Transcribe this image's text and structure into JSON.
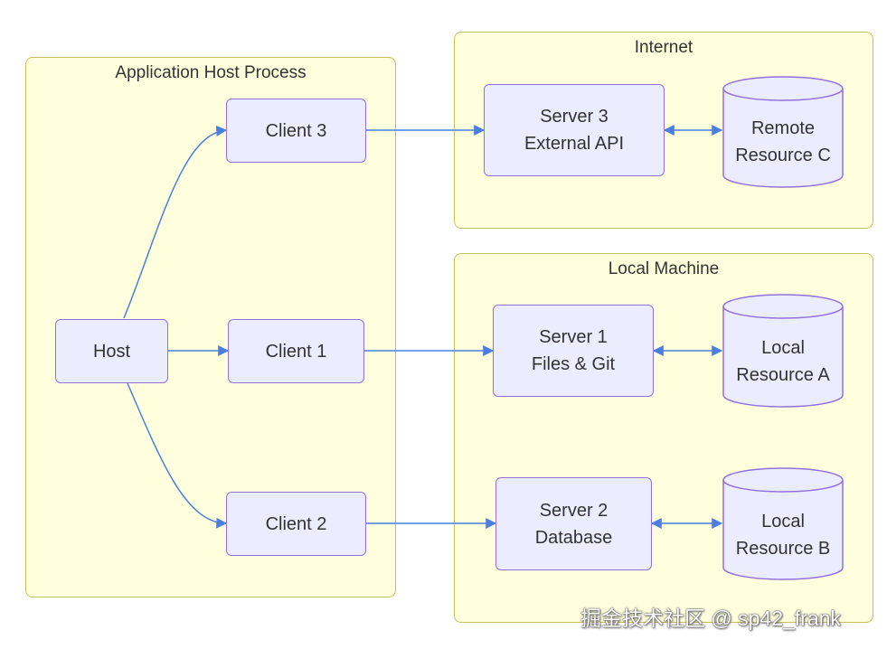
{
  "clusters": {
    "app_host": {
      "title": "Application Host Process"
    },
    "internet": {
      "title": "Internet"
    },
    "local_machine": {
      "title": "Local Machine"
    }
  },
  "nodes": {
    "host": {
      "lines": [
        "Host"
      ]
    },
    "client1": {
      "lines": [
        "Client 1"
      ]
    },
    "client2": {
      "lines": [
        "Client 2"
      ]
    },
    "client3": {
      "lines": [
        "Client 3"
      ]
    },
    "server1": {
      "lines": [
        "Server 1",
        "Files & Git"
      ]
    },
    "server2": {
      "lines": [
        "Server 2",
        "Database"
      ]
    },
    "server3": {
      "lines": [
        "Server 3",
        "External API"
      ]
    },
    "resource_a": {
      "lines": [
        "Local",
        "Resource A"
      ]
    },
    "resource_b": {
      "lines": [
        "Local",
        "Resource B"
      ]
    },
    "resource_c": {
      "lines": [
        "Remote",
        "Resource C"
      ]
    }
  },
  "edges": [
    {
      "from": "Host",
      "to": "Client 3",
      "direction": "forward"
    },
    {
      "from": "Host",
      "to": "Client 1",
      "direction": "forward"
    },
    {
      "from": "Host",
      "to": "Client 2",
      "direction": "forward"
    },
    {
      "from": "Client 3",
      "to": "Server 3",
      "direction": "forward"
    },
    {
      "from": "Client 1",
      "to": "Server 1",
      "direction": "forward"
    },
    {
      "from": "Client 2",
      "to": "Server 2",
      "direction": "forward"
    },
    {
      "from": "Server 3",
      "to": "Remote Resource C",
      "direction": "both"
    },
    {
      "from": "Server 1",
      "to": "Local Resource A",
      "direction": "both"
    },
    {
      "from": "Server 2",
      "to": "Local Resource B",
      "direction": "both"
    }
  ],
  "colors": {
    "cluster_fill": "#ffffde",
    "cluster_stroke": "#c2c25e",
    "node_fill": "#ececff",
    "node_stroke": "#9370db",
    "edge": "#4a7fe0"
  },
  "watermark": "掘金技术社区 @ sp42_frank"
}
